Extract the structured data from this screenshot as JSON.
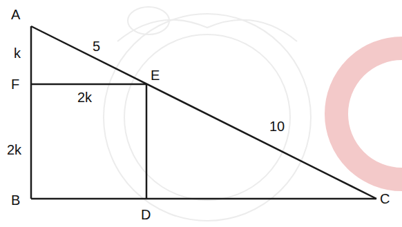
{
  "diagram": {
    "labels": [
      "A",
      "k",
      "5",
      "F",
      "E",
      "2k",
      "2k",
      "10",
      "B",
      "D",
      "C"
    ]
  }
}
